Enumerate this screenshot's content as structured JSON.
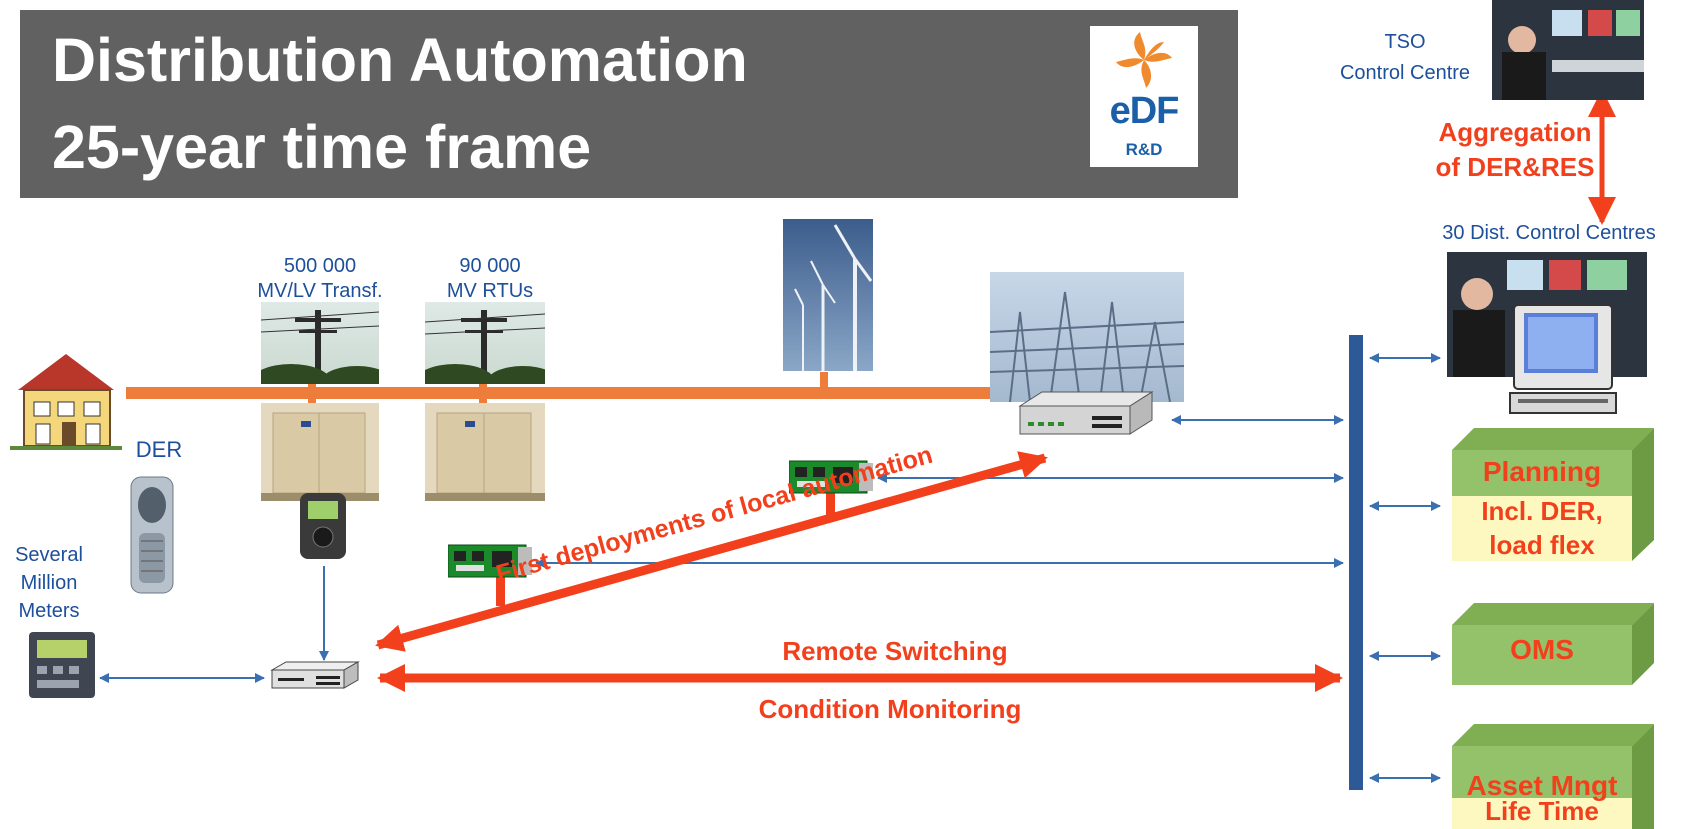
{
  "title": {
    "line1": "Distribution Automation",
    "line2": "25-year time frame"
  },
  "logo": {
    "brand": "eDF",
    "sub": "R&D"
  },
  "labels": {
    "tso": "TSO",
    "tso_sub": "Control Centre",
    "aggregation": "Aggregation",
    "aggregation_sub": "of DER&RES",
    "dist_centres": "30 Dist. Control Centres",
    "transf_count": "500 000",
    "transf_label": "MV/LV Transf.",
    "rtu_count": "90 000",
    "rtu_label": "MV RTUs",
    "der": "DER",
    "meters_l1": "Several",
    "meters_l2": "Million",
    "meters_l3": "Meters",
    "local_automation": "First deployments of local automation",
    "remote_switching": "Remote Switching",
    "condition_monitoring": "Condition Monitoring"
  },
  "systems": {
    "planning": {
      "title": "Planning",
      "sub1": "Incl. DER,",
      "sub2": "load flex"
    },
    "oms": {
      "title": "OMS"
    },
    "asset": {
      "title": "Asset Mngt",
      "sub1": "Life Time"
    }
  },
  "colors": {
    "banner": "#616161",
    "accent_red": "#f2401d",
    "line_orange": "#ee7d3c",
    "bus_blue": "#2d5a96",
    "arrow_blue": "#3a6fb0",
    "box_green": "#93c26b",
    "box_yellow": "#fdf7c0"
  },
  "icons": [
    "house-icon",
    "power-pole-icon",
    "transformer-cabinet-icon",
    "wind-turbine-icon",
    "substation-icon",
    "modem-icon",
    "circuit-board-icon",
    "meter-icon",
    "der-device-icon",
    "control-room-icon",
    "computer-icon",
    "edf-logo-icon"
  ]
}
